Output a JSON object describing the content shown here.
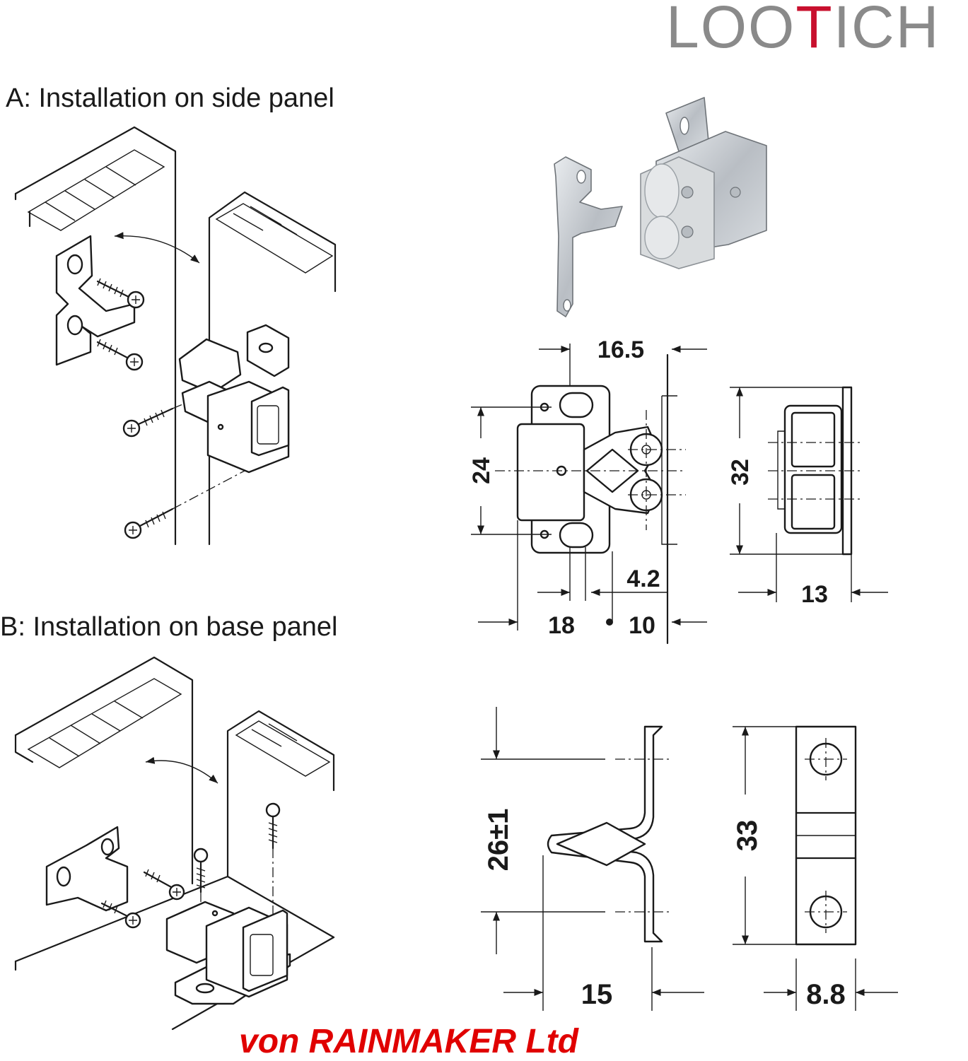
{
  "brand": {
    "prefix": "LOO",
    "highlight": "T",
    "suffix": "ICH"
  },
  "captions": {
    "a": "A: Installation on side panel",
    "b": "B: Installation on base panel"
  },
  "dimensions": {
    "latch_width": "16.5",
    "latch_height": "24",
    "catch_height": "32",
    "offset": "4.2",
    "base_width": "18",
    "roller_depth": "10",
    "catch_depth": "13",
    "strike_height": "26±1",
    "strike_width": "15",
    "plate_height": "33",
    "plate_width": "8.8"
  },
  "footer": "von RAINMAKER Ltd",
  "colors": {
    "brand_grey": "#8a8a8a",
    "brand_red": "#c8102e",
    "footer_red": "#e00000"
  }
}
